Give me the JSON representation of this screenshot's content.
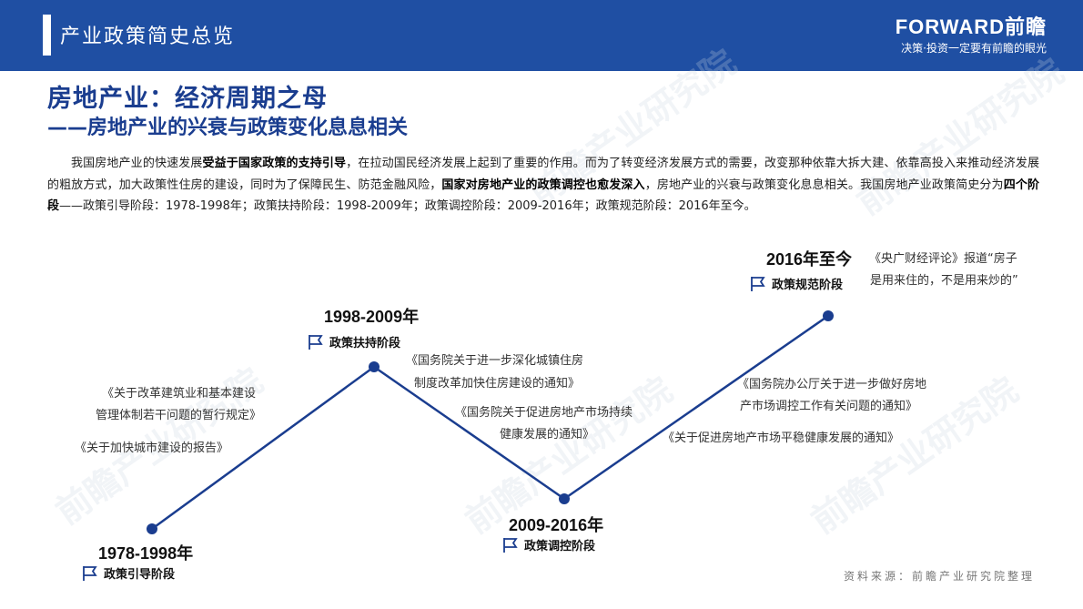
{
  "header": {
    "title": "产业政策简史总览",
    "brand_logo": "FORWARD前瞻",
    "brand_slogan": "决策·投资一定要有前瞻的眼光",
    "bg_color": "#1f4fa3"
  },
  "heading": {
    "title": "房地产业：经济周期之母",
    "subtitle": "——房地产业的兴衰与政策变化息息相关"
  },
  "intro": {
    "p1_a": "我国房地产业的快速发展",
    "p1_b_bold": "受益于国家政策的支持引导",
    "p1_c": "，在拉动国民经济发展上起到了重要的作用。而为了转变经济发展方式的需要，改变那种依靠大拆大建、依靠高投入来推动经济发展的粗放方式，加大政策性住房的建设，同时为了保障民生、防范金融风险，",
    "p1_d_bold": "国家对房地产业的政策调控也愈发深入",
    "p1_e": "，房地产业的兴衰与政策变化息息相关。我国房地产业政策简史分为",
    "p1_f_bold": "四个阶段",
    "p1_g": "——政策引导阶段：1978-1998年；政策扶持阶段：1998-2009年；政策调控阶段：2009-2016年；政策规范阶段：2016年至今。"
  },
  "timeline": {
    "line_color": "#1a3d8f",
    "stages": [
      {
        "years": "1978-1998年",
        "label": "政策引导阶段",
        "docs": [
          "《关于改革建筑业和基本建设",
          "管理体制若干问题的暂行规定》",
          "《关于加快城市建设的报告》"
        ]
      },
      {
        "years": "1998-2009年",
        "label": "政策扶持阶段",
        "docs": [
          "《国务院关于进一步深化城镇住房",
          "制度改革加快住房建设的通知》",
          "《国务院关于促进房地产市场持续",
          "健康发展的通知》"
        ]
      },
      {
        "years": "2009-2016年",
        "label": "政策调控阶段",
        "docs": [
          "《国务院办公厅关于进一步做好房地",
          "产市场调控工作有关问题的通知》",
          "《关于促进房地产市场平稳健康发展的通知》"
        ]
      },
      {
        "years": "2016年至今",
        "label": "政策规范阶段",
        "docs": [
          "《央广财经评论》报道“房子",
          "是用来住的，不是用来炒的”"
        ]
      }
    ]
  },
  "source": "资料来源：前瞻产业研究院整理"
}
